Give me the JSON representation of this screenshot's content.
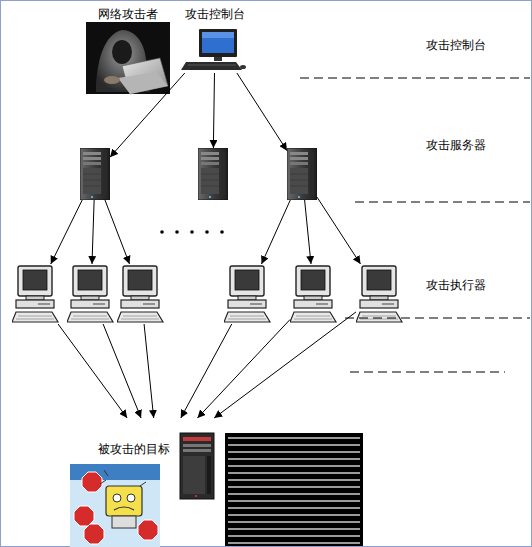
{
  "diagram": {
    "nodes": [
      {
        "text": [
          "网络攻击者"
        ]
      },
      {
        "text": [
          "攻击控制台"
        ]
      },
      {
        "text": []
      },
      {
        "text": []
      },
      {
        "text": []
      },
      {
        "text": []
      },
      {
        "text": []
      },
      {
        "text": []
      },
      {
        "text": []
      },
      {
        "text": []
      },
      {
        "text": []
      },
      {
        "text": [
          "被攻击的目标"
        ]
      }
    ],
    "edges": [
      {
        "from": 1,
        "to": 2,
        "arrow": "to"
      },
      {
        "from": 1,
        "to": 3,
        "arrow": "to"
      },
      {
        "from": 1,
        "to": 4,
        "arrow": "to"
      },
      {
        "from": 2,
        "to": 5,
        "arrow": "to"
      },
      {
        "from": 2,
        "to": 6,
        "arrow": "to"
      },
      {
        "from": 2,
        "to": 7,
        "arrow": "to"
      },
      {
        "from": 4,
        "to": 8,
        "arrow": "to"
      },
      {
        "from": 4,
        "to": 9,
        "arrow": "to"
      },
      {
        "from": 4,
        "to": 10,
        "arrow": "to"
      },
      {
        "from": 5,
        "to": 11,
        "arrow": "to"
      },
      {
        "from": 6,
        "to": 11,
        "arrow": "to"
      },
      {
        "from": 7,
        "to": 11,
        "arrow": "to"
      },
      {
        "from": 8,
        "to": 11,
        "arrow": "to"
      },
      {
        "from": 9,
        "to": 11,
        "arrow": "to"
      },
      {
        "from": 10,
        "to": 11,
        "arrow": "to"
      }
    ],
    "labels": [
      "攻击控制台",
      "攻击服务器",
      "攻击执行器"
    ]
  }
}
